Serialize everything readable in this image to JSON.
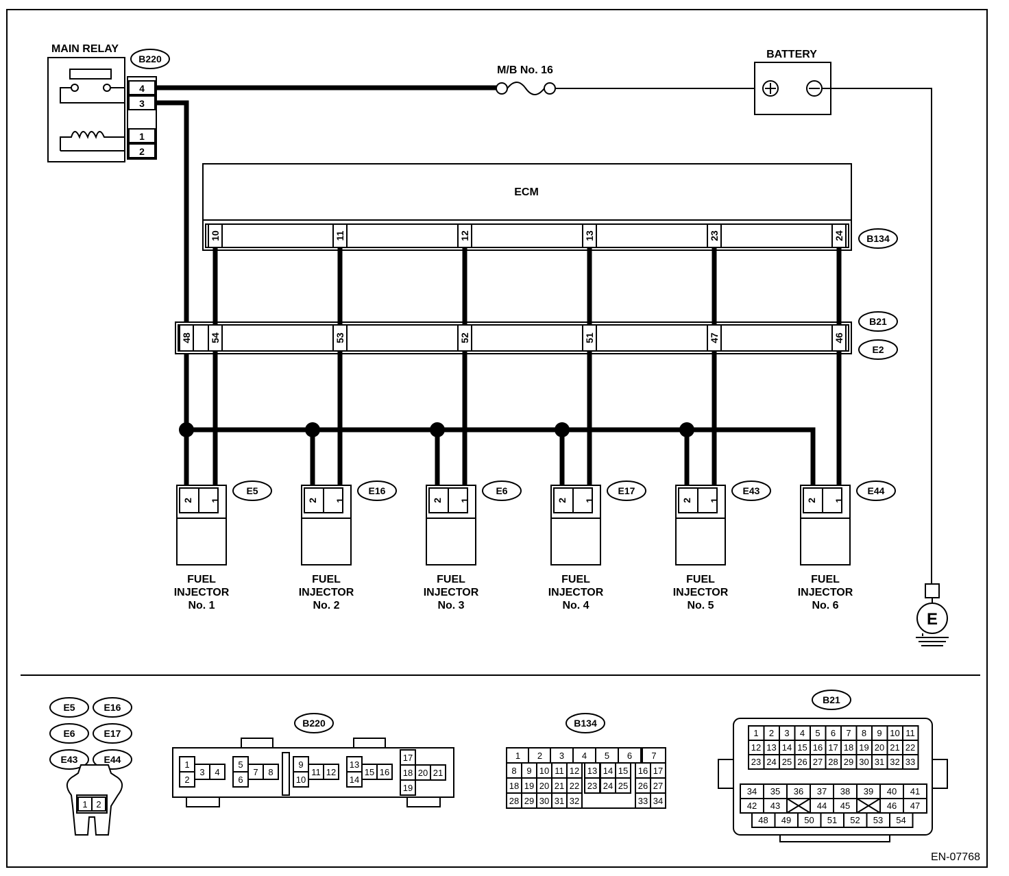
{
  "labels": {
    "main_relay": "MAIN RELAY",
    "battery": "BATTERY",
    "fuse": "M/B No. 16",
    "ecm": "ECM",
    "ground": "E",
    "doc_id": "EN-07768"
  },
  "relay_pins": [
    "4",
    "3",
    "1",
    "2"
  ],
  "connector_tags": {
    "b220": "B220",
    "b134": "B134",
    "b21": "B21",
    "e2": "E2"
  },
  "ecm_pins": [
    "10",
    "11",
    "12",
    "13",
    "23",
    "24"
  ],
  "junction_pins": [
    "48",
    "54",
    "53",
    "52",
    "51",
    "47",
    "46"
  ],
  "injectors": [
    {
      "tag": "E5",
      "line1": "FUEL",
      "line2": "INJECTOR",
      "line3": "No. 1",
      "pin_a": "2",
      "pin_b": "1"
    },
    {
      "tag": "E16",
      "line1": "FUEL",
      "line2": "INJECTOR",
      "line3": "No. 2",
      "pin_a": "2",
      "pin_b": "1"
    },
    {
      "tag": "E6",
      "line1": "FUEL",
      "line2": "INJECTOR",
      "line3": "No. 3",
      "pin_a": "2",
      "pin_b": "1"
    },
    {
      "tag": "E17",
      "line1": "FUEL",
      "line2": "INJECTOR",
      "line3": "No. 4",
      "pin_a": "2",
      "pin_b": "1"
    },
    {
      "tag": "E43",
      "line1": "FUEL",
      "line2": "INJECTOR",
      "line3": "No. 5",
      "pin_a": "2",
      "pin_b": "1"
    },
    {
      "tag": "E44",
      "line1": "FUEL",
      "line2": "INJECTOR",
      "line3": "No. 6",
      "pin_a": "2",
      "pin_b": "1"
    }
  ],
  "legend": {
    "injector_tags": [
      "E5",
      "E16",
      "E6",
      "E17",
      "E43",
      "E44"
    ],
    "injector_pins": [
      "1",
      "2"
    ],
    "b220_title": "B220",
    "b220_pins": [
      "1",
      "2",
      "3",
      "4",
      "5",
      "6",
      "7",
      "8",
      "9",
      "10",
      "11",
      "12",
      "13",
      "14",
      "15",
      "16",
      "17",
      "18",
      "20",
      "21",
      "19"
    ],
    "b134_title": "B134",
    "b134_rows": [
      [
        "1",
        "2",
        "3",
        "4",
        "5",
        "6",
        "7"
      ],
      [
        "8",
        "9",
        "10",
        "11",
        "12",
        "13",
        "14",
        "15",
        "16",
        "17"
      ],
      [
        "18",
        "19",
        "20",
        "21",
        "22",
        "23",
        "24",
        "25",
        "26",
        "27"
      ],
      [
        "28",
        "29",
        "30",
        "31",
        "32",
        "33",
        "34"
      ]
    ],
    "b21_title": "B21",
    "b21_rows": [
      [
        "1",
        "2",
        "3",
        "4",
        "5",
        "6",
        "7",
        "8",
        "9",
        "10",
        "11"
      ],
      [
        "12",
        "13",
        "14",
        "15",
        "16",
        "17",
        "18",
        "19",
        "20",
        "21",
        "22"
      ],
      [
        "23",
        "24",
        "25",
        "26",
        "27",
        "28",
        "29",
        "30",
        "31",
        "32",
        "33"
      ],
      [
        "34",
        "35",
        "36",
        "37",
        "38",
        "39",
        "40",
        "41"
      ],
      [
        "42",
        "43",
        "44",
        "45",
        "46",
        "47"
      ],
      [
        "48",
        "49",
        "50",
        "51",
        "52",
        "53",
        "54"
      ]
    ]
  }
}
